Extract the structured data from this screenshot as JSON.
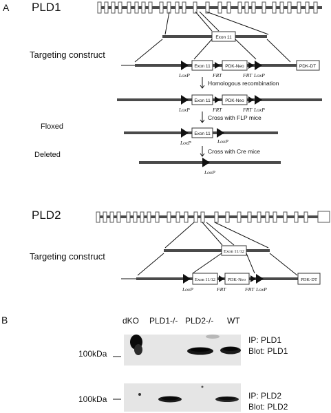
{
  "panel_a": {
    "letter": "A",
    "pld1": {
      "title": "PLD1",
      "zoom_exon": "Exon 11",
      "targeting_label": "Targeting construct",
      "exon_label": "Exon 11",
      "neo_label": "PDK-Neo",
      "dt_label": "PDK-DT",
      "loxp": "LoxP",
      "frt": "FRT",
      "step1": "Homologous recombination",
      "step2": "Cross with FLP mice",
      "step3": "Cross with Cre mice",
      "floxed": "Floxed",
      "deleted": "Deleted"
    },
    "pld2": {
      "title": "PLD2",
      "zoom_exon": "Exon 11/12",
      "targeting_label": "Targeting construct",
      "exon_label": "Exon 11/12",
      "neo_label": "PDK-Neo",
      "dt_label": "PDK-DT",
      "loxp": "LoxP",
      "frt": "FRT"
    }
  },
  "panel_b": {
    "letter": "B",
    "lanes": [
      "dKO",
      "PLD1-/-",
      "PLD2-/-",
      "WT"
    ],
    "blot1": {
      "marker": "100kDa",
      "ip": "IP: PLD1",
      "blot": "Blot: PLD1"
    },
    "blot2": {
      "marker": "100kDa",
      "ip": "IP: PLD2",
      "blot": "Blot: PLD2"
    }
  }
}
